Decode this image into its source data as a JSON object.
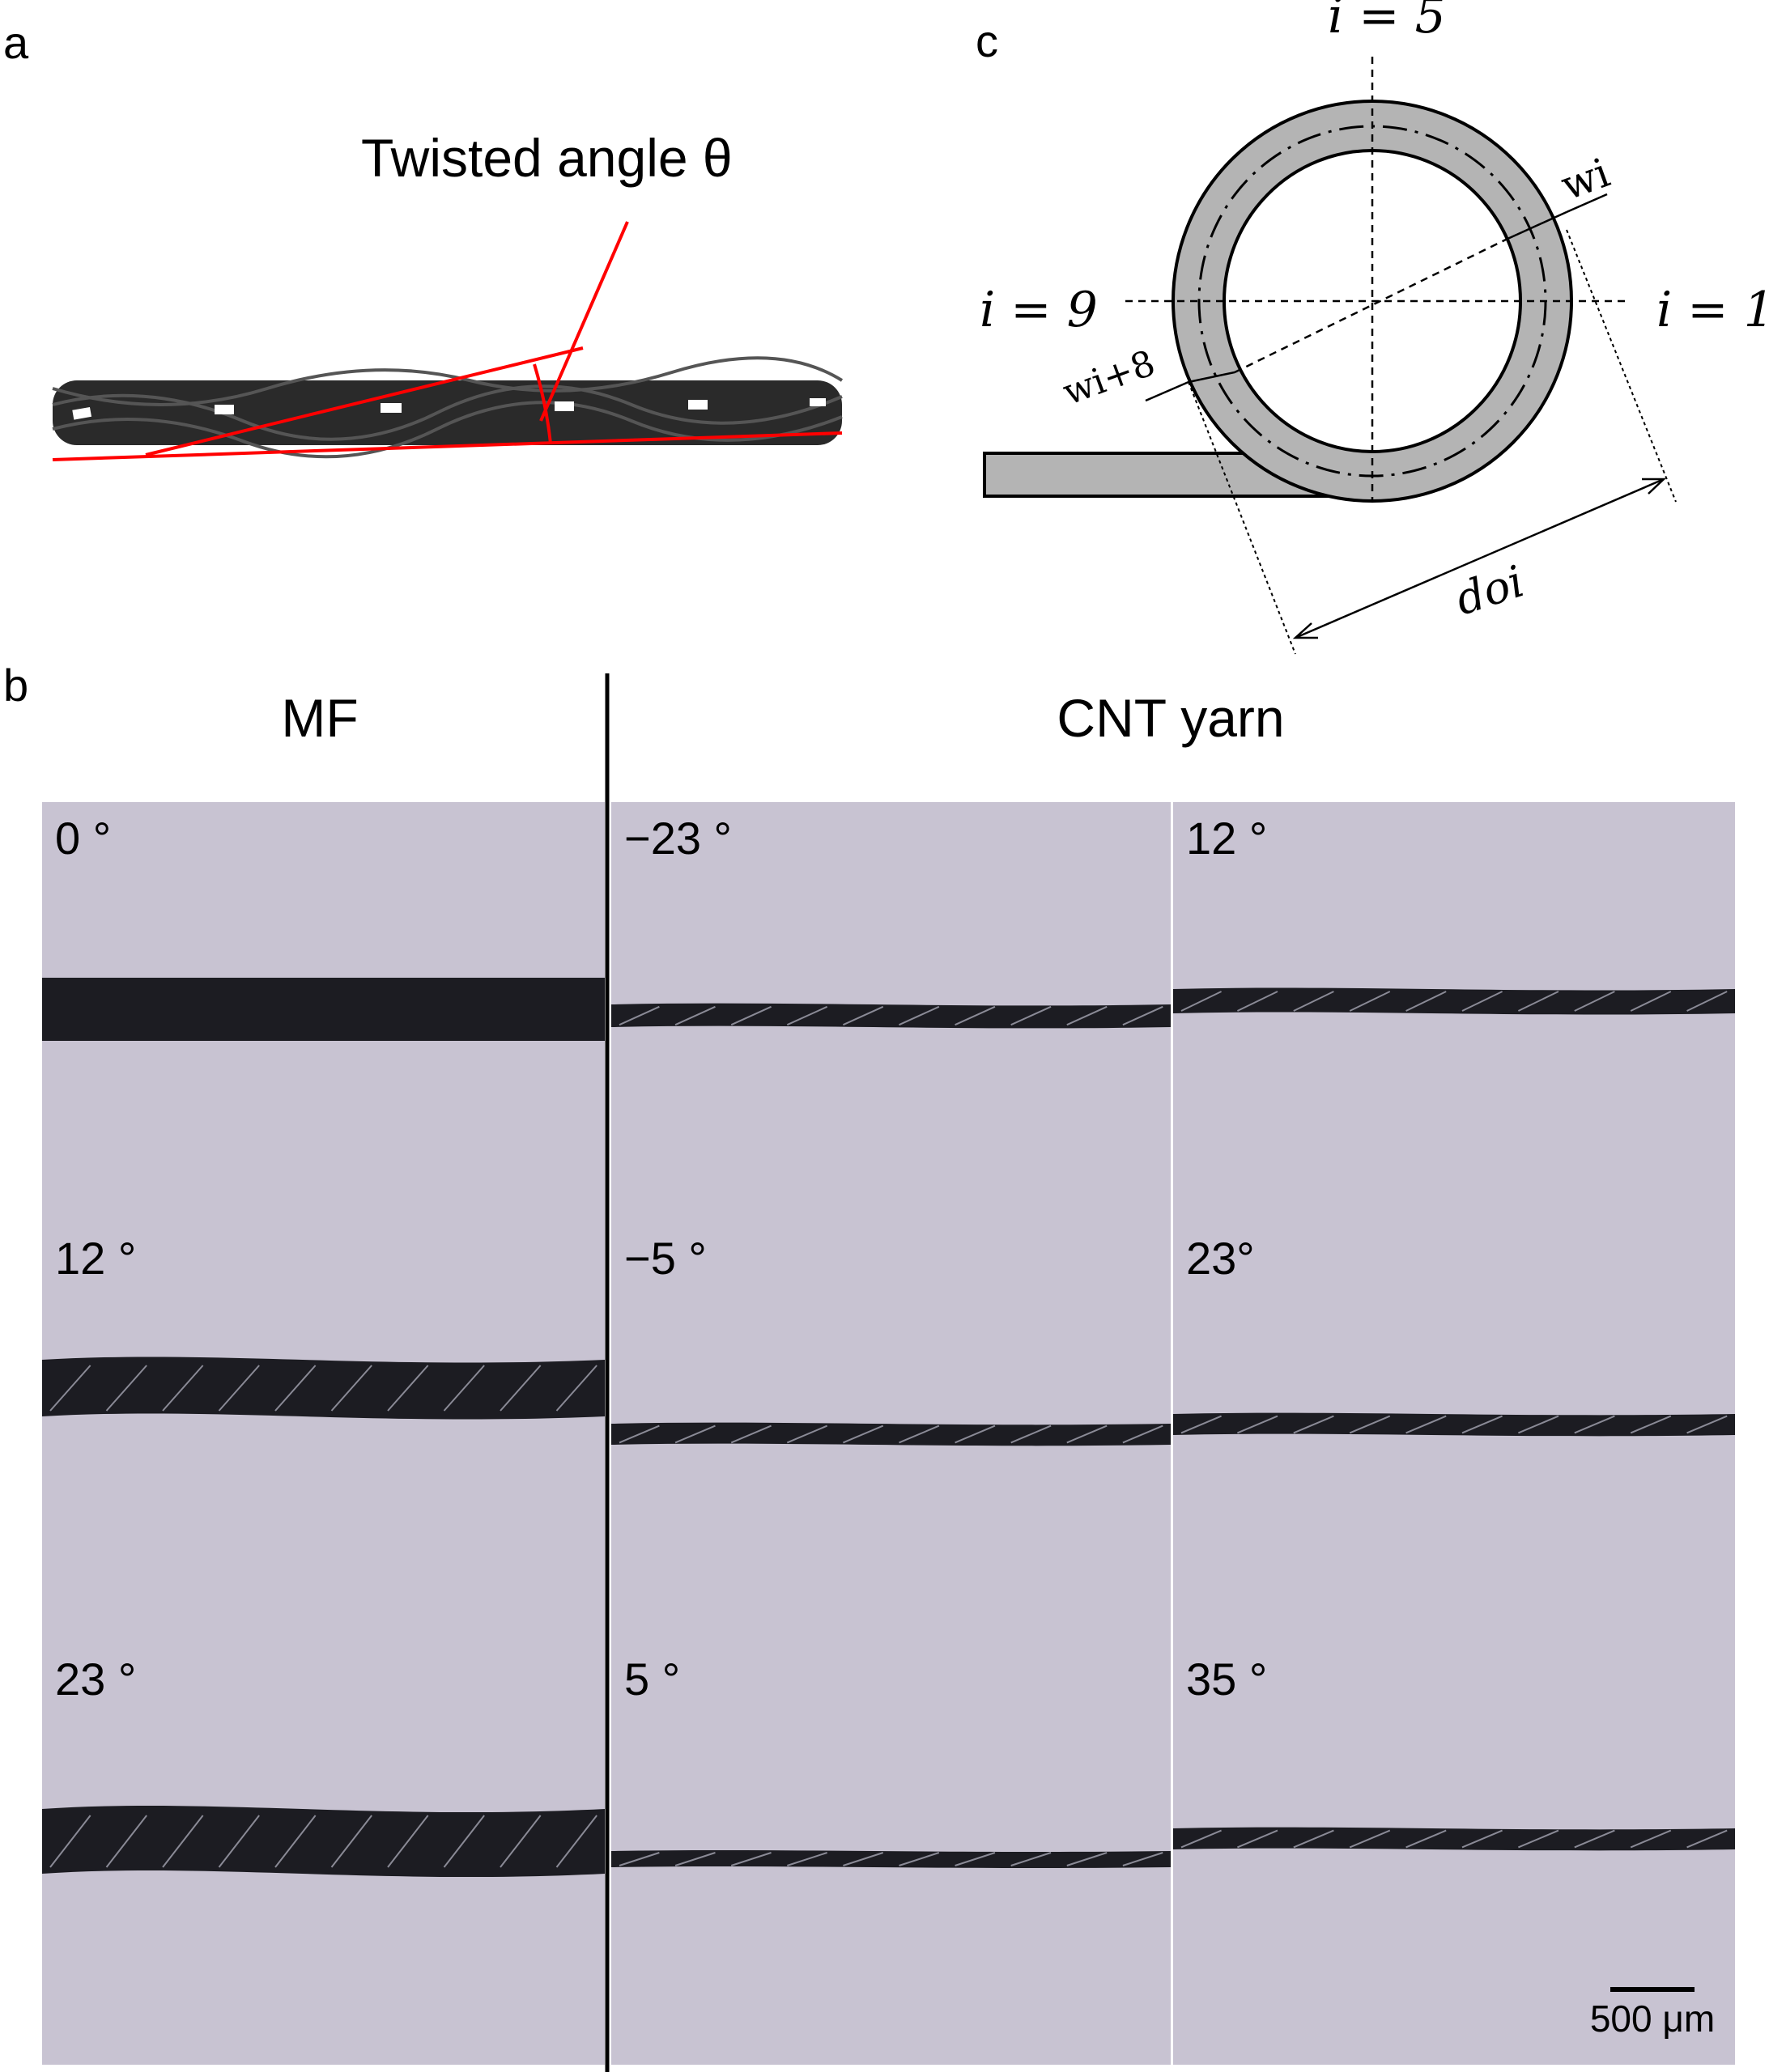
{
  "panel_a": {
    "label": "a",
    "annotation": "Twisted angle θ",
    "colors": {
      "annotation_lines": "#ff0000",
      "yarn": "#2a2a2a"
    }
  },
  "panel_c": {
    "label": "c",
    "i_top": "i = 5",
    "i_left": "i = 9",
    "i_right": "i = 1",
    "w_i": "wi",
    "w_i8": "wi+8",
    "d_oi": "doi",
    "colors": {
      "ring_fill": "#b4b4b4"
    }
  },
  "panel_b": {
    "label": "b",
    "mf_header": "MF",
    "cnt_header": "CNT yarn",
    "mf_panels": [
      {
        "angle": "0 °"
      },
      {
        "angle": "12 °"
      },
      {
        "angle": "23 °"
      }
    ],
    "cnt_panels": [
      {
        "angle": "−23 °"
      },
      {
        "angle": "12 °"
      },
      {
        "angle": "−5 °"
      },
      {
        "angle": "23°"
      },
      {
        "angle": "5 °"
      },
      {
        "angle": "35 °"
      }
    ],
    "scale_bar": "500 μm",
    "colors": {
      "photo_bg": "#c8c3d2",
      "fiber": "#1c1c22"
    }
  }
}
